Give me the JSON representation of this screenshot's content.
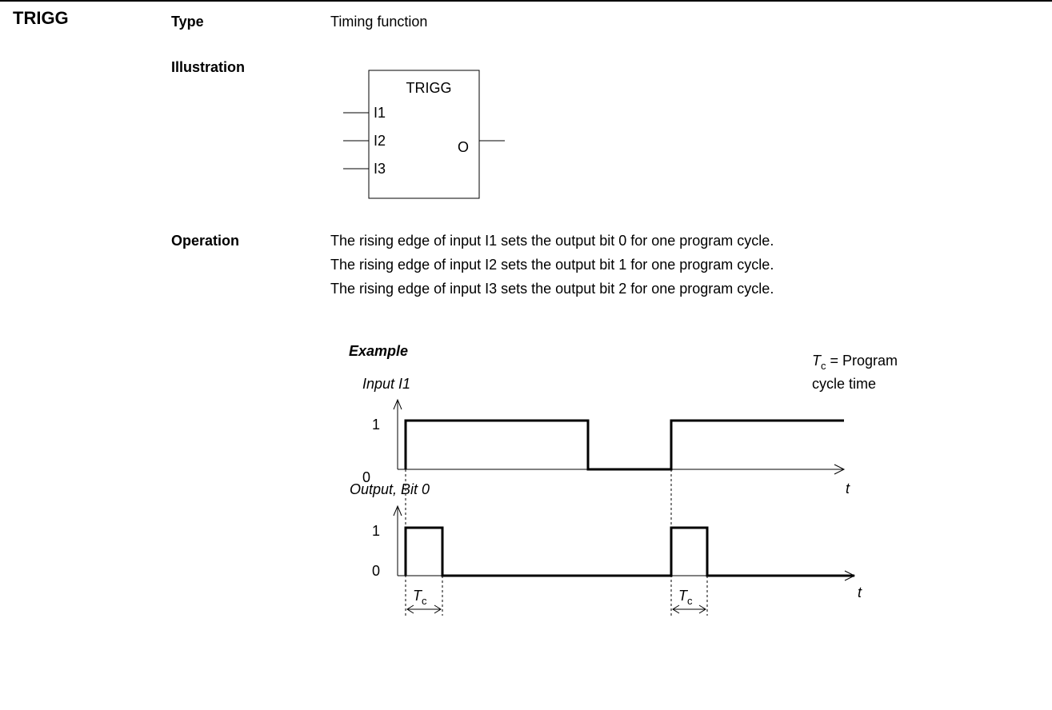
{
  "section_title": "TRIGG",
  "rows": {
    "type_label": "Type",
    "type_value": "Timing function",
    "illustration_label": "Illustration",
    "operation_label": "Operation"
  },
  "block": {
    "name": "TRIGG",
    "inputs": [
      "I1",
      "I2",
      "I3"
    ],
    "output": "O"
  },
  "operation_lines": [
    "The rising edge of input I1 sets the output bit 0 for one program cycle.",
    "The rising edge of input I2 sets the output bit 1 for one program cycle.",
    "The rising edge of input I3 sets the output bit 2 for one program cycle."
  ],
  "diagram": {
    "heading": "Example",
    "note_symbol": "T",
    "note_subscript": "c",
    "note_line1": " = Program",
    "note_line2": "cycle time",
    "input_label": "Input I1",
    "output_label": "Output, Bit 0",
    "level_high": "1",
    "level_low": "0",
    "time_axis": "t",
    "tc_symbol": "T",
    "tc_subscript": "c"
  }
}
